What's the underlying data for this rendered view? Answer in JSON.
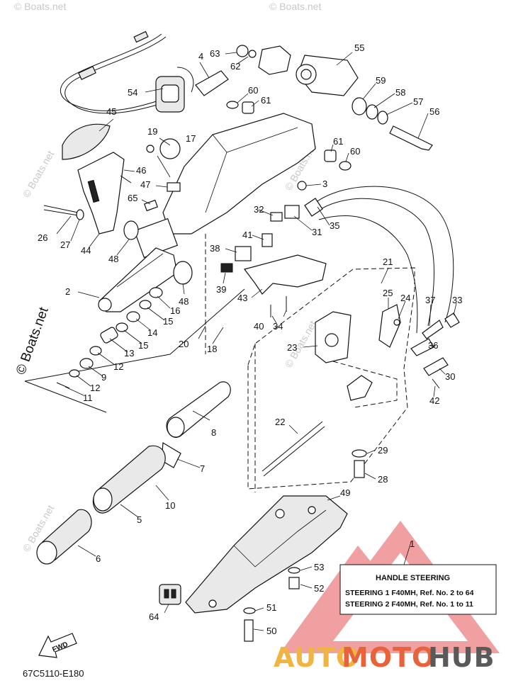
{
  "diagram_code": "67C5110-E180",
  "fwd_label": "FWD",
  "watermark_small": "© Boats.net",
  "watermark_large": "© Boats.net",
  "info_box": {
    "ref": "1",
    "title": "HANDLE STEERING",
    "line1": "STEERING 1 F40MH,   Ref. No. 2 to 64",
    "line2": "STEERING 2 F40MH,   Ref. No. 1 to 11"
  },
  "brand": {
    "part1": "AUTO",
    "part2": "MOTO",
    "part3": "HUB",
    "color_auto": "#f0b440",
    "color_moto": "#e8623a",
    "color_hub": "#5a5a5a",
    "triangle_color": "#f0a0a0"
  },
  "labels": {
    "n2": "2",
    "n3": "3",
    "n4": "4",
    "n5": "5",
    "n6": "6",
    "n7": "7",
    "n8": "8",
    "n9": "9",
    "n10": "10",
    "n11": "11",
    "n12a": "12",
    "n12b": "12",
    "n13": "13",
    "n14": "14",
    "n15a": "15",
    "n15b": "15",
    "n16": "16",
    "n17": "17",
    "n18": "18",
    "n19": "19",
    "n20": "20",
    "n21": "21",
    "n22": "22",
    "n23": "23",
    "n24": "24",
    "n25": "25",
    "n26": "26",
    "n27": "27",
    "n28": "28",
    "n29": "29",
    "n30": "30",
    "n31": "31",
    "n32": "32",
    "n33": "33",
    "n34": "34",
    "n35": "35",
    "n36": "36",
    "n37": "37",
    "n38": "38",
    "n39": "39",
    "n40": "40",
    "n41": "41",
    "n42": "42",
    "n43": "43",
    "n44": "44",
    "n46": "46",
    "n47": "47",
    "n48a": "48",
    "n48b": "48",
    "n49": "49",
    "n50": "50",
    "n51": "51",
    "n52": "52",
    "n53": "53",
    "n54": "54",
    "n55": "55",
    "n56": "56",
    "n57": "57",
    "n58": "58",
    "n59": "59",
    "n60a": "60",
    "n60b": "60",
    "n61a": "61",
    "n61b": "61",
    "n62": "62",
    "n63": "63",
    "n64": "64",
    "n65": "65",
    "n45": "45"
  }
}
